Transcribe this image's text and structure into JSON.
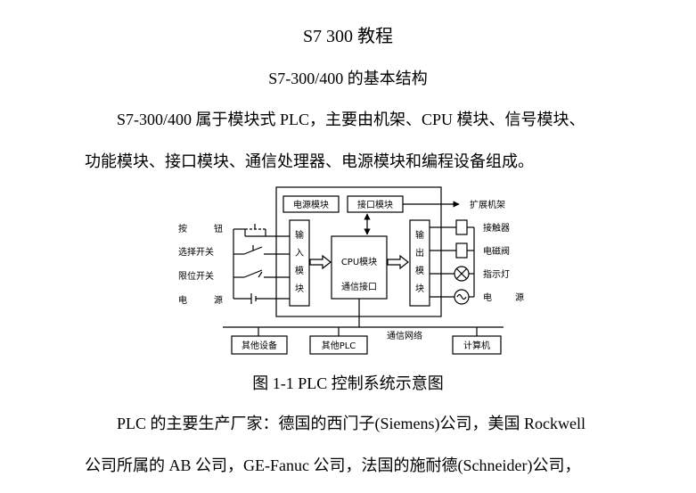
{
  "document": {
    "title": "S7 300 教程",
    "subtitle": "S7-300/400 的基本结构",
    "para1_line1": "S7-300/400 属于模块式 PLC，主要由机架、CPU 模块、信号模块、",
    "para1_line2": "功能模块、接口模块、通信处理器、电源模块和编程设备组成。",
    "caption": "图 1-1    PLC 控制系统示意图",
    "para2_line1": "PLC 的主要生产厂家：德国的西门子(Siemens)公司，美国 Rockwell",
    "para2_line2": "公司所属的 AB 公司，GE-Fanuc 公司，法国的施耐德(Schneider)公司，"
  },
  "diagram": {
    "power_module": "电源模块",
    "interface_module": "接口模块",
    "expansion_rack": "扩展机架",
    "input_module": [
      "输",
      "入",
      "模",
      "块"
    ],
    "output_module": [
      "输",
      "出",
      "模",
      "块"
    ],
    "cpu_module": "CPU模块",
    "comm_interface": "通信接口",
    "inputs": [
      {
        "chars": [
          "按",
          "钮"
        ]
      },
      {
        "chars": [
          "选择开关"
        ]
      },
      {
        "chars": [
          "限位开关"
        ]
      },
      {
        "chars": [
          "电",
          "源"
        ]
      }
    ],
    "outputs": [
      {
        "chars": [
          "接触器"
        ]
      },
      {
        "chars": [
          "电磁阀"
        ]
      },
      {
        "chars": [
          "指示灯"
        ]
      },
      {
        "chars": [
          "电",
          "源"
        ]
      }
    ],
    "network_label": "通信网络",
    "other_devices": "其他设备",
    "other_plc": "其他PLC",
    "computer": "计算机"
  }
}
